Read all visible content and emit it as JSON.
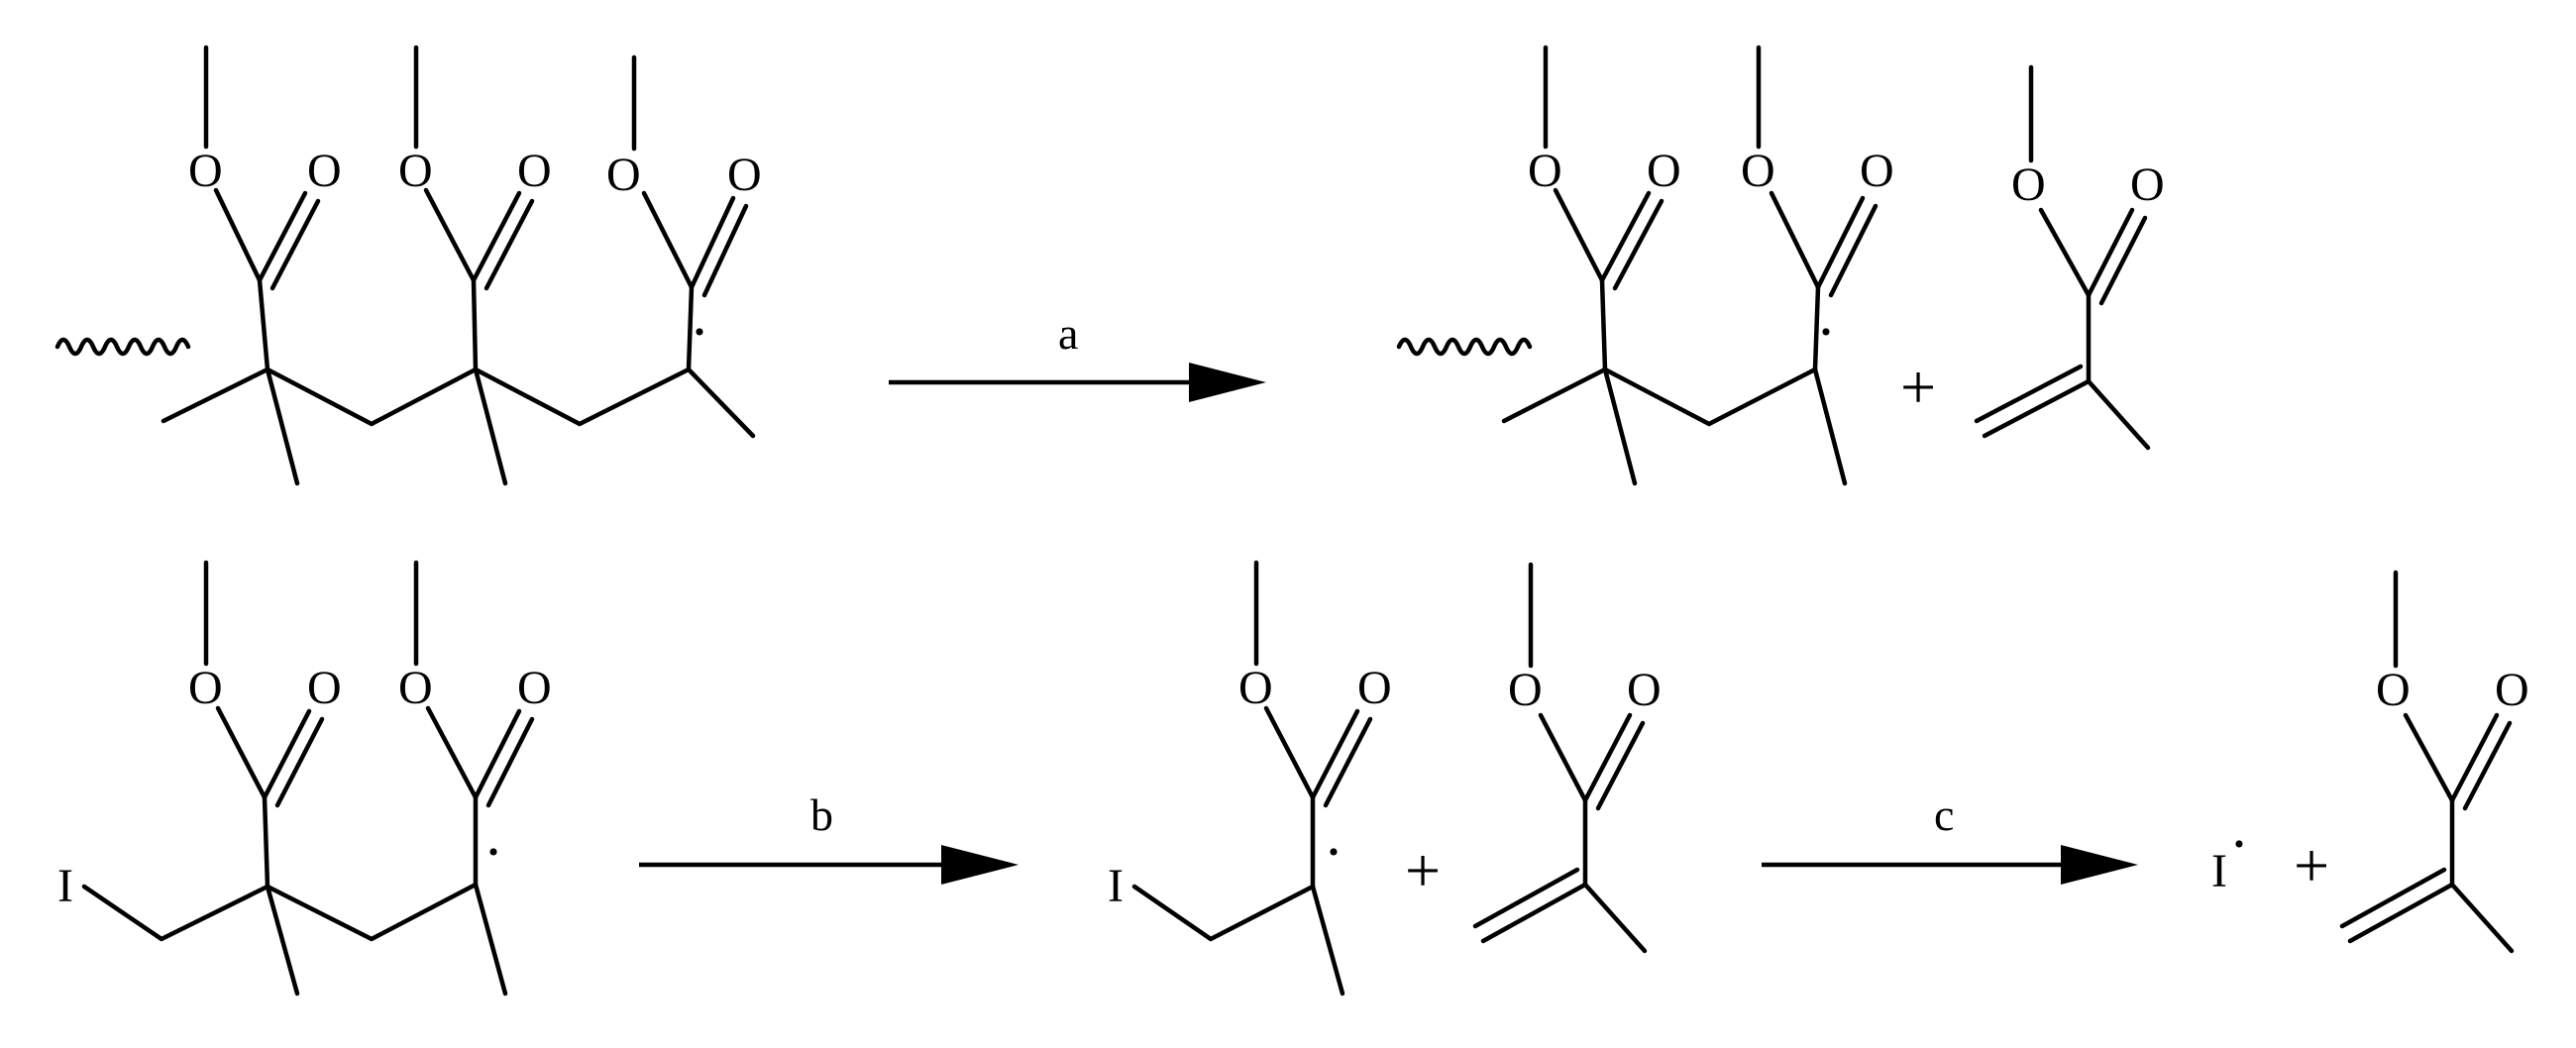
{
  "diagram": {
    "atoms": {
      "oxygen": "O",
      "iodine": "I"
    },
    "radical_mark": "·",
    "plus_sign": "+",
    "reactions": [
      {
        "step": "a"
      },
      {
        "step": "b"
      },
      {
        "step": "c"
      }
    ]
  }
}
